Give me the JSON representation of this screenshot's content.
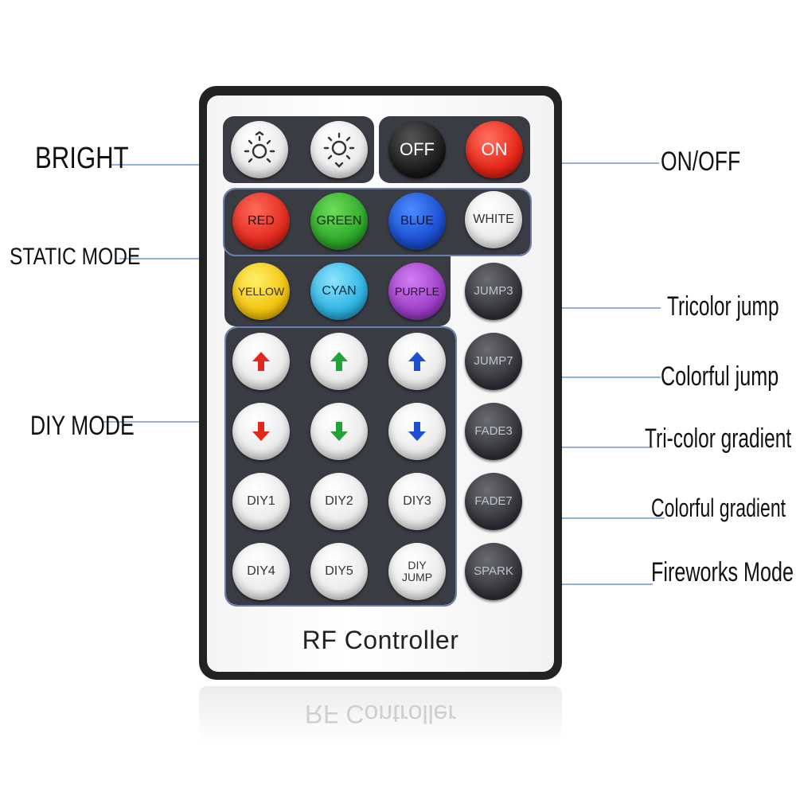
{
  "labels": {
    "bright": "BRIGHT",
    "on_off": "ON/OFF",
    "static_mode": "STATIC MODE",
    "diy_mode": "DIY MODE",
    "tricolor_jump": "Tricolor jump",
    "colorful_jump": "Colorful jump",
    "tricolor_gradient": "Tri-color gradient",
    "colorful_gradient": "Colorful gradient",
    "fireworks_mode": "Fireworks Mode"
  },
  "remote": {
    "brand": "RF Controller",
    "power": {
      "off": "OFF",
      "on": "ON"
    },
    "colors": {
      "red": "RED",
      "green": "GREEN",
      "blue": "BLUE",
      "white": "WHITE",
      "yellow": "YELLOW",
      "cyan": "CYAN",
      "purple": "PURPLE"
    },
    "modes": {
      "jump3": "JUMP3",
      "jump7": "JUMP7",
      "fade3": "FADE3",
      "fade7": "FADE7",
      "spark": "SPARK"
    },
    "diy": {
      "diy1": "DIY1",
      "diy2": "DIY2",
      "diy3": "DIY3",
      "diy4": "DIY4",
      "diy5": "DIY5",
      "diy_jump": "DIY\nJUMP"
    }
  },
  "colors": {
    "callout_line": "#6a9ad0",
    "panel": "#3a3c44",
    "red_arrow": "#e0281c",
    "green_arrow": "#21a33a",
    "blue_arrow": "#1f4fd1"
  }
}
